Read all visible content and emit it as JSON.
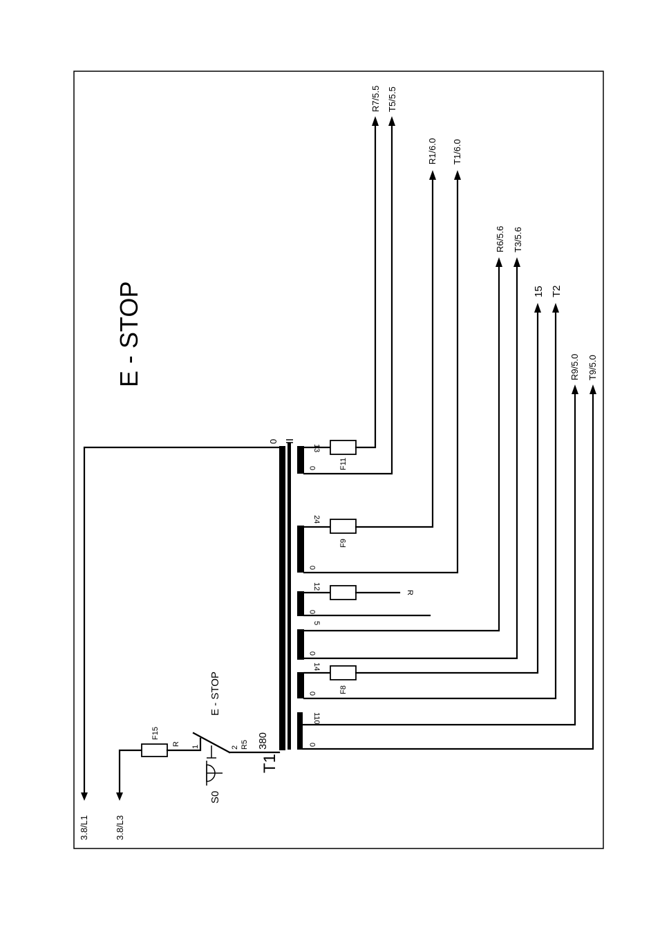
{
  "title": "E - STOP",
  "estop_label": "E - STOP",
  "transformer": {
    "name": "T1",
    "primary": [
      "0",
      "380"
    ]
  },
  "inputs": [
    "3.8/L1",
    "3.8/L3"
  ],
  "switch": {
    "name": "S0",
    "contacts": [
      "1",
      "2"
    ],
    "wire_labels": [
      "R",
      "R5"
    ]
  },
  "fuses": [
    "F15",
    "F11",
    "F9",
    "F8"
  ],
  "taps": {
    "t13": [
      "13",
      "0"
    ],
    "t24": [
      "24",
      "0"
    ],
    "t12": [
      "12",
      "0"
    ],
    "t5": [
      "5",
      "0"
    ],
    "t14": [
      "14",
      "0"
    ],
    "t110": [
      "110",
      "0"
    ]
  },
  "r_label": "R",
  "outputs": [
    "R7/5.5",
    "T5/5.5",
    "R1/6.0",
    "T1/6.0",
    "R6/5.6",
    "T3/5.6",
    "15",
    "T2",
    "R9/5.0",
    "T9/5.0"
  ]
}
